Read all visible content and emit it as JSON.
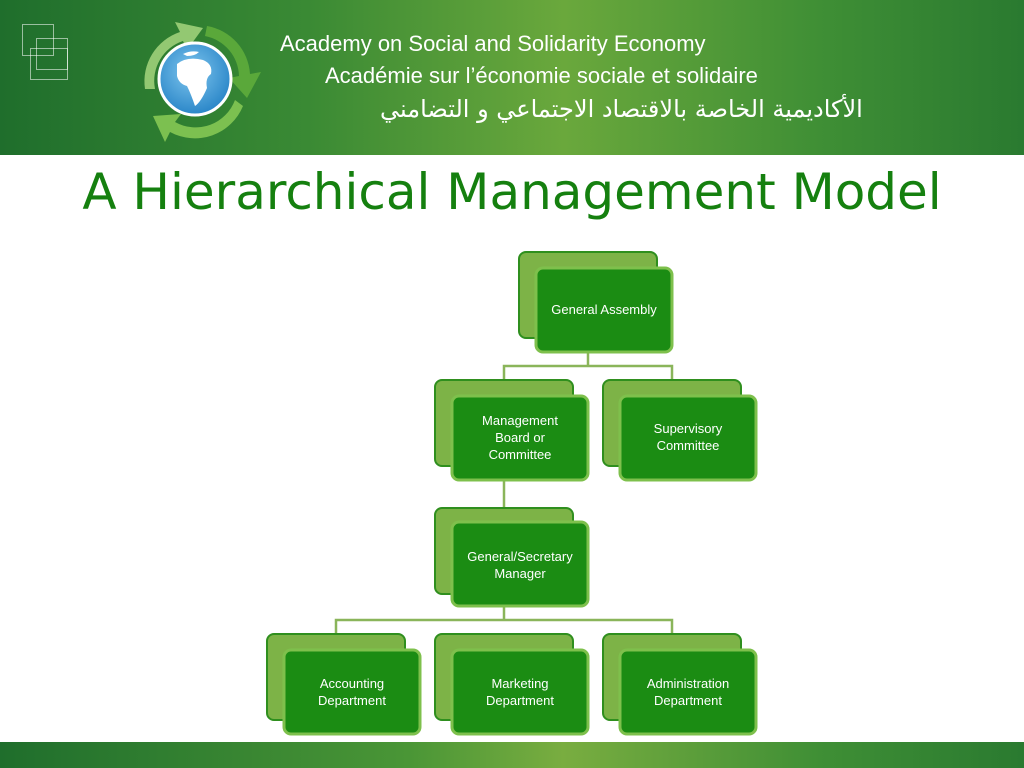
{
  "header": {
    "title_en": "Academy on Social and Solidarity Economy",
    "title_fr": "Académie sur l’économie sociale et solidaire",
    "title_ar": "الأكاديمية الخاصة بالاقتصاد الاجتماعي و التضامني"
  },
  "slide": {
    "title": "A Hierarchical Management Model"
  },
  "org_chart": {
    "general_assembly": "General Assembly",
    "management_board": [
      "Management",
      "Board or",
      "Committee"
    ],
    "supervisory_committee": [
      "Supervisory",
      "Committee"
    ],
    "general_manager": [
      "General/Secretary",
      "Manager"
    ],
    "accounting": [
      "Accounting",
      "Department"
    ],
    "marketing": [
      "Marketing",
      "Department"
    ],
    "administration": [
      "Administration",
      "Department"
    ]
  },
  "colors": {
    "header_green": "#2f7f30",
    "title_green": "#15800f",
    "node_front": "#1b8c13",
    "node_back": "#7db347"
  }
}
